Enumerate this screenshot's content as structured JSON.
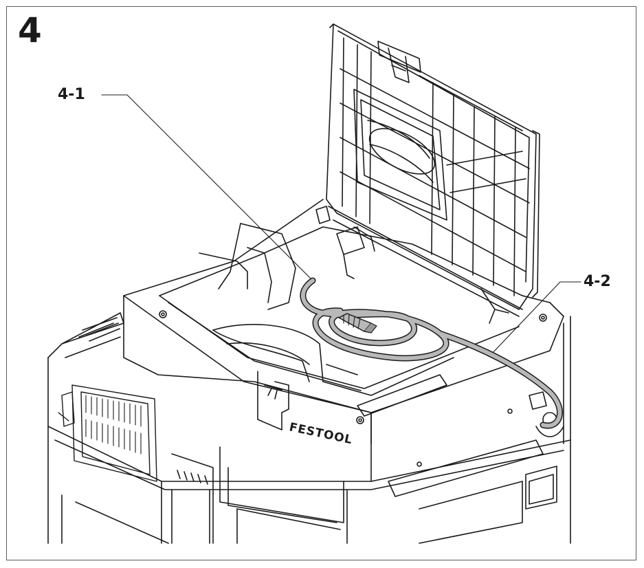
{
  "figure": {
    "number": "4",
    "callouts": [
      {
        "id": "4-1",
        "label": "4-1"
      },
      {
        "id": "4-2",
        "label": "4-2"
      }
    ],
    "brand_text": "FESTOOL"
  },
  "colors": {
    "line": "#1a1a1a",
    "cable": "#8a8a8a",
    "frame": "#5a5a5a"
  }
}
